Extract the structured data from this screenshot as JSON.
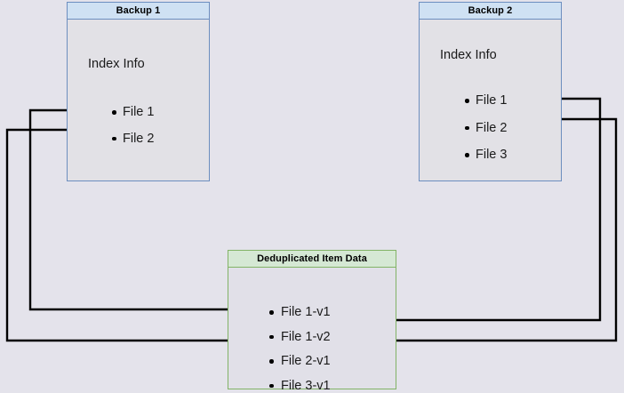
{
  "diagram": {
    "title_semantic": "backup-deduplication-diagram",
    "background_color": "#e4e3eb",
    "boxes": [
      {
        "id": "backup1",
        "header": "Backup 1",
        "body_label": "Index Info",
        "border_color": "#6c8ebf",
        "header_fill": "#cfe1f3",
        "body_fill": "#e2e1e6",
        "files": [
          "File 1",
          "File 2"
        ]
      },
      {
        "id": "backup2",
        "header": "Backup 2",
        "body_label": "Index Info",
        "border_color": "#6c8ebf",
        "header_fill": "#cfe1f3",
        "body_fill": "#e2e1e6",
        "files": [
          "File 1",
          "File 2",
          "File 3"
        ]
      },
      {
        "id": "dedup",
        "header": "Deduplicated Item Data",
        "body_label": "",
        "border_color": "#82b366",
        "header_fill": "#d5e8d4",
        "body_fill": "#e1e0e8",
        "files": [
          "File 1-v1",
          "File 1-v2",
          "File 2-v1",
          "File 3-v1"
        ]
      }
    ],
    "connections": [
      {
        "from": "backup1.File 1",
        "to": "dedup.File 1-v1",
        "route": "left"
      },
      {
        "from": "backup1.File 2",
        "to": "dedup.File 2-v1",
        "route": "left"
      },
      {
        "from": "backup2.File 1",
        "to": "dedup.File 1-v2",
        "route": "right"
      },
      {
        "from": "backup2.File 2",
        "to": "dedup.File 2-v1",
        "route": "right"
      }
    ],
    "edge_color": "#000000"
  }
}
